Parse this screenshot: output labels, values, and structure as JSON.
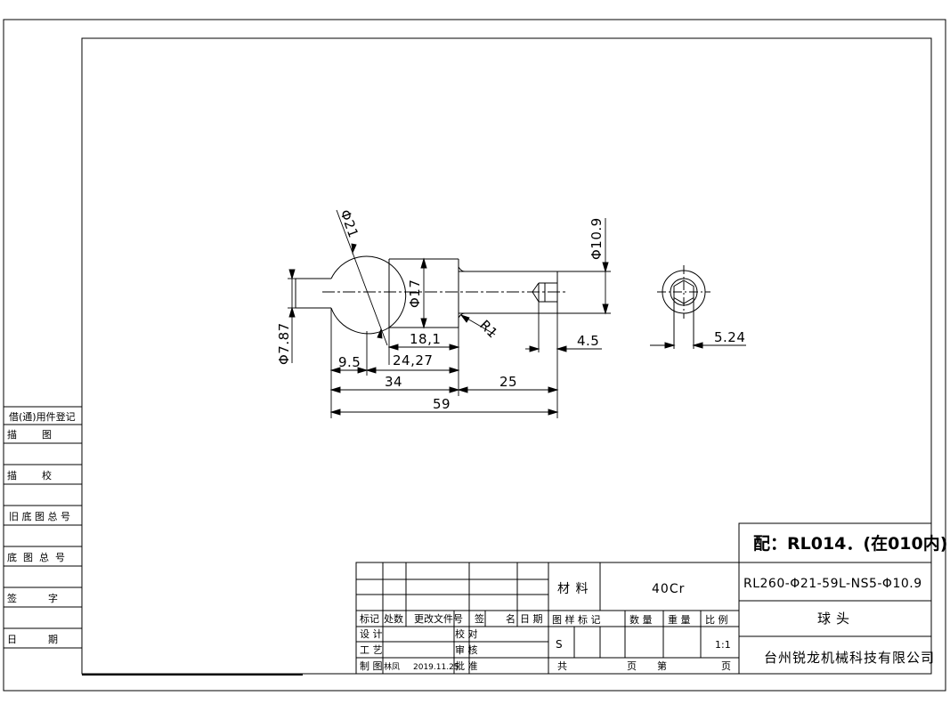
{
  "note": "配：RL014．(在010内)",
  "part_code": "RL260-Φ21-59L-NS5-Φ10.9",
  "part_name": "球头",
  "company": "台州锐龙机械科技有限公司",
  "material_label": "材 料",
  "material_value": "40Cr",
  "title_block": {
    "h_mark": "标记",
    "h_zones": "处数",
    "h_docno": "更改文件号",
    "h_sign": "签",
    "h_name": "名",
    "h_date": "日 期",
    "design": "设 计",
    "check": "校 对",
    "process": "工 艺",
    "review": "审 核",
    "drafting": "制 图",
    "drafter": "林凤",
    "draft_date": "2019.11.25",
    "approve": "批 准",
    "drawing_mark": "图 样 标 记",
    "quantity": "数 量",
    "weight": "重 量",
    "scale": "比 例",
    "mark_value": "S",
    "scale_value": "1:1",
    "total": "共",
    "sheets": "页",
    "sheet_no": "第",
    "sheet_no_unit": "页"
  },
  "side_panel": {
    "register": "借(通)用件登记",
    "trace_drawing": "描        图",
    "trace_check": "描        校",
    "old_base_no": "旧 底 图 总 号",
    "base_no": "底  图  总  号",
    "signature": "签          字",
    "date": "日          期"
  },
  "dimensions": {
    "ball_dia": "Φ21",
    "neck_dia": "Φ17",
    "pin_dia": "Φ7.87",
    "shaft_dia": "Φ10.9",
    "radius": "R1",
    "len_18_1": "18,1",
    "len_24_27": "24,27",
    "len_9_5": "9.5",
    "len_34": "34",
    "len_25": "25",
    "len_59": "59",
    "hole_depth": "4.5",
    "hex_size": "5.24"
  }
}
